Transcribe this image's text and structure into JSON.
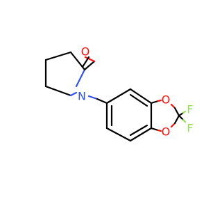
{
  "molecule": {
    "atoms": {
      "carbonyl_oxygen": {
        "symbol": "O",
        "color": "#ff0d0d"
      },
      "ring_nitrogen": {
        "symbol": "N",
        "color": "#3050f8"
      },
      "dioxole_oxygen_top": {
        "symbol": "O",
        "color": "#ff0d0d"
      },
      "dioxole_oxygen_bottom": {
        "symbol": "O",
        "color": "#ff0d0d"
      },
      "fluorine_top": {
        "symbol": "F",
        "color": "#90e050"
      },
      "fluorine_bottom": {
        "symbol": "F",
        "color": "#90e050"
      }
    }
  }
}
